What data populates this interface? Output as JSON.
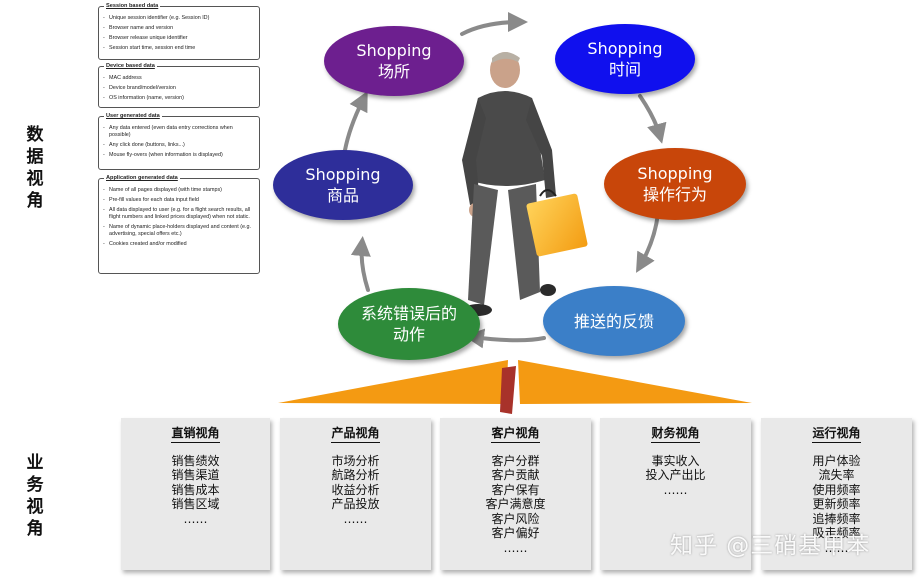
{
  "side_labels": {
    "data_view": [
      "数",
      "据",
      "视",
      "角"
    ],
    "business_view": [
      "业",
      "务",
      "视",
      "角"
    ]
  },
  "info_boxes": [
    {
      "title": "Session based data",
      "items": [
        "Unique session identifier (e.g. Session ID)",
        "Browser name and version",
        "Browser release unique identifier",
        "Session start time, session end time"
      ]
    },
    {
      "title": "Device based data",
      "items": [
        "MAC address",
        "Device brand/model/version",
        "OS information (name, version)"
      ]
    },
    {
      "title": "User generated data",
      "items": [
        "Any data entered (even data entry corrections when possible)",
        "Any click done (buttons, links...)",
        "Mouse fly-overs (when information is displayed)"
      ]
    },
    {
      "title": "Application generated data",
      "items": [
        "Name of all pages displayed (with time stamps)",
        "Pre-fill values for each data input field",
        "All data displayed to user (e.g. for a flight search results, all flight numbers and linked prices displayed) when not static.",
        "Name of dynamic place-holders displayed and content (e.g. advertising, special offers etc.)",
        "Cookies created and/or modified"
      ]
    }
  ],
  "cycle": [
    {
      "label": "Shopping\n场所",
      "color": "#6d1f8f"
    },
    {
      "label": "Shopping\n时间",
      "color": "#1010ee"
    },
    {
      "label": "Shopping\n操作行为",
      "color": "#c8460a"
    },
    {
      "label": "推送的反馈",
      "color": "#3b7fc8"
    },
    {
      "label": "系统错误后的\n动作",
      "color": "#2e8b3a"
    },
    {
      "label": "Shopping\n商品",
      "color": "#2e2e9a"
    }
  ],
  "panels": [
    {
      "title": "直销视角",
      "items": [
        "销售绩效",
        "销售渠道",
        "销售成本",
        "销售区域",
        "……"
      ]
    },
    {
      "title": "产品视角",
      "items": [
        "市场分析",
        "航路分析",
        "收益分析",
        "产品投放",
        "……"
      ]
    },
    {
      "title": "客户视角",
      "items": [
        "客户分群",
        "客户贡献",
        "客户保有",
        "客户满意度",
        "客户风险",
        "客户偏好",
        "……"
      ]
    },
    {
      "title": "财务视角",
      "items": [
        "事实收入",
        "投入产出比",
        "……"
      ]
    },
    {
      "title": "运行视角",
      "items": [
        "用户体验",
        "流失率",
        "使用频率",
        "更新频率",
        "追捧频率",
        "吸走频率",
        "……"
      ]
    }
  ],
  "watermark": "知乎 @三硝基甲苯",
  "colors": {
    "funnel_orange": "#f49a12",
    "funnel_red": "#a8322a",
    "arrow_gray": "#8a8a8a",
    "panel_bg": "#e9e9e9"
  }
}
